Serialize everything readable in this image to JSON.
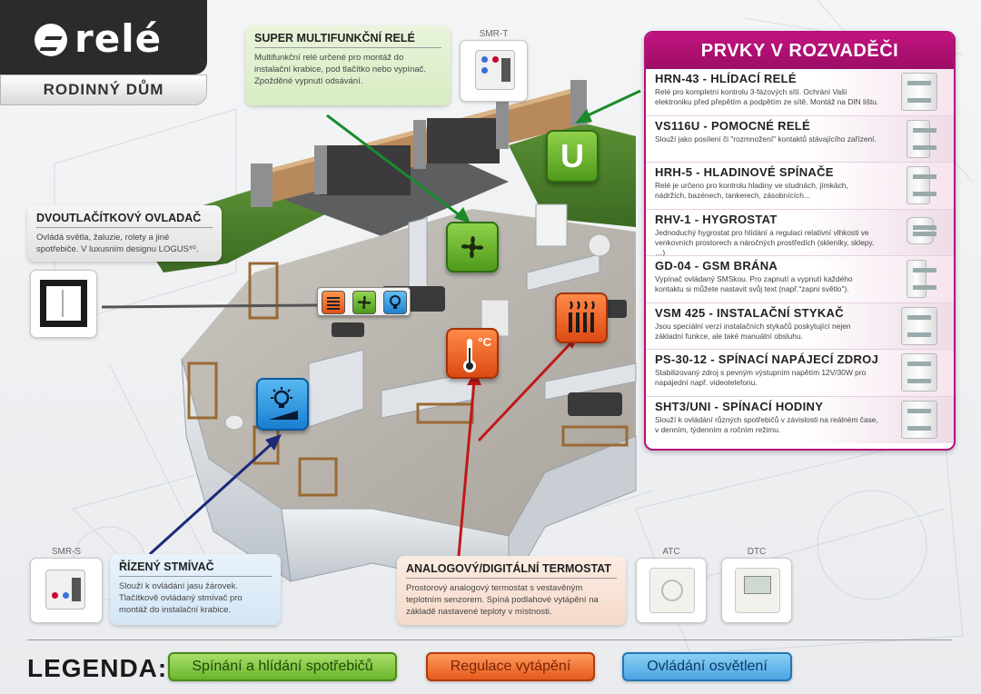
{
  "brand": {
    "logo_text": "relé",
    "subtitle": "RODINNÝ DŮM"
  },
  "cards": {
    "smr_t": {
      "title": "SUPER MULTIFUNKČNÍ RELÉ",
      "text": "Multifunkční relé určené pro montáž do instalační krabice, pod tlačítko nebo vypínač. Zpožděné vypnutí odsávání.",
      "device_label": "SMR-T"
    },
    "logus": {
      "title": "DVOUTLAČÍTKOVÝ OVLADAČ",
      "text": "Ovládá světla, žaluzie, rolety a jiné spotřebiče. V luxusním designu LOGUS⁹⁰."
    },
    "smr_s": {
      "title": "ŘÍZENÝ STMÍVAČ",
      "text": "Slouží k ovládání jasu žárovek. Tlačítkově ovládaný stmívač pro montáž do instalační krabice.",
      "device_label": "SMR-S"
    },
    "thermostat": {
      "title": "ANALOGOVÝ/DIGITÁLNÍ TERMOSTAT",
      "text": "Prostorový analogový termostat s vestavěným teplotním senzorem. Spíná podlahové vytápění na základě nastavené teploty v místnosti.",
      "device_atc": "ATC",
      "device_dtc": "DTC"
    }
  },
  "panel": {
    "title": "PRVKY V ROZVADĚČI",
    "items": [
      {
        "name": "HRN-43 - HLÍDACÍ RELÉ",
        "desc": "Relé pro kompletní kontrolu 3-fázových sítí. Ochrání Vaši elektroniku před přepětím a podpětím ze sítě. Montáž na DIN lištu."
      },
      {
        "name": "VS116U - POMOCNÉ RELÉ",
        "desc": "Slouží jako posílení či \"rozmnožení\" kontaktů stávajícího zařízení."
      },
      {
        "name": "HRH-5 - HLADINOVÉ SPÍNAČE",
        "desc": "Relé je určeno pro kontrolu hladiny ve studnách, jímkách, nádržích, bazénech, tankerech, zásobnících..."
      },
      {
        "name": "RHV-1 - HYGROSTAT",
        "desc": "Jednoduchý hygrostat pro hlídání a regulaci relativní vlhkosti ve venkovních prostorech a náročných prostředích (skleníky, sklepy, …)"
      },
      {
        "name": "GD-04 - GSM BRÁNA",
        "desc": "Vypínač ovládaný SMSkou. Pro zapnutí a vypnutí každého kontaktu si můžete nastavit svůj text (např.\"zapni světlo\")."
      },
      {
        "name": "VSM 425 - INSTALAČNÍ STYKAČ",
        "desc": "Jsou speciální verzí instalačních stykačů poskytující nejen základní funkce, ale také manuální obsluhu."
      },
      {
        "name": "PS-30-12 - SPÍNACÍ NAPÁJECÍ ZDROJ",
        "desc": "Stabilizovaný zdroj s pevným výstupním napětím 12V/30W pro napájední např. videotelefonu."
      },
      {
        "name": "SHT3/UNI - SPÍNACÍ HODINY",
        "desc": "Slouží k ovládání různých spotřebičů v závislosti na reálném čase, v denním, týdenním a ročním režimu."
      }
    ]
  },
  "tiles": {
    "u_label": "U",
    "thermo_label": "°C"
  },
  "legend": {
    "label": "LEGENDA:",
    "items": [
      "Spínání a hlídání spotřebičů",
      "Regulace vytápění",
      "Ovládání osvětlení"
    ]
  },
  "colors": {
    "green": "#5aa523",
    "orange": "#e2521a",
    "blue": "#1f80cf",
    "magenta": "#b4107a",
    "arrow_green": "#1a8a2a",
    "arrow_red": "#c01818",
    "arrow_navy": "#1d2a78"
  }
}
